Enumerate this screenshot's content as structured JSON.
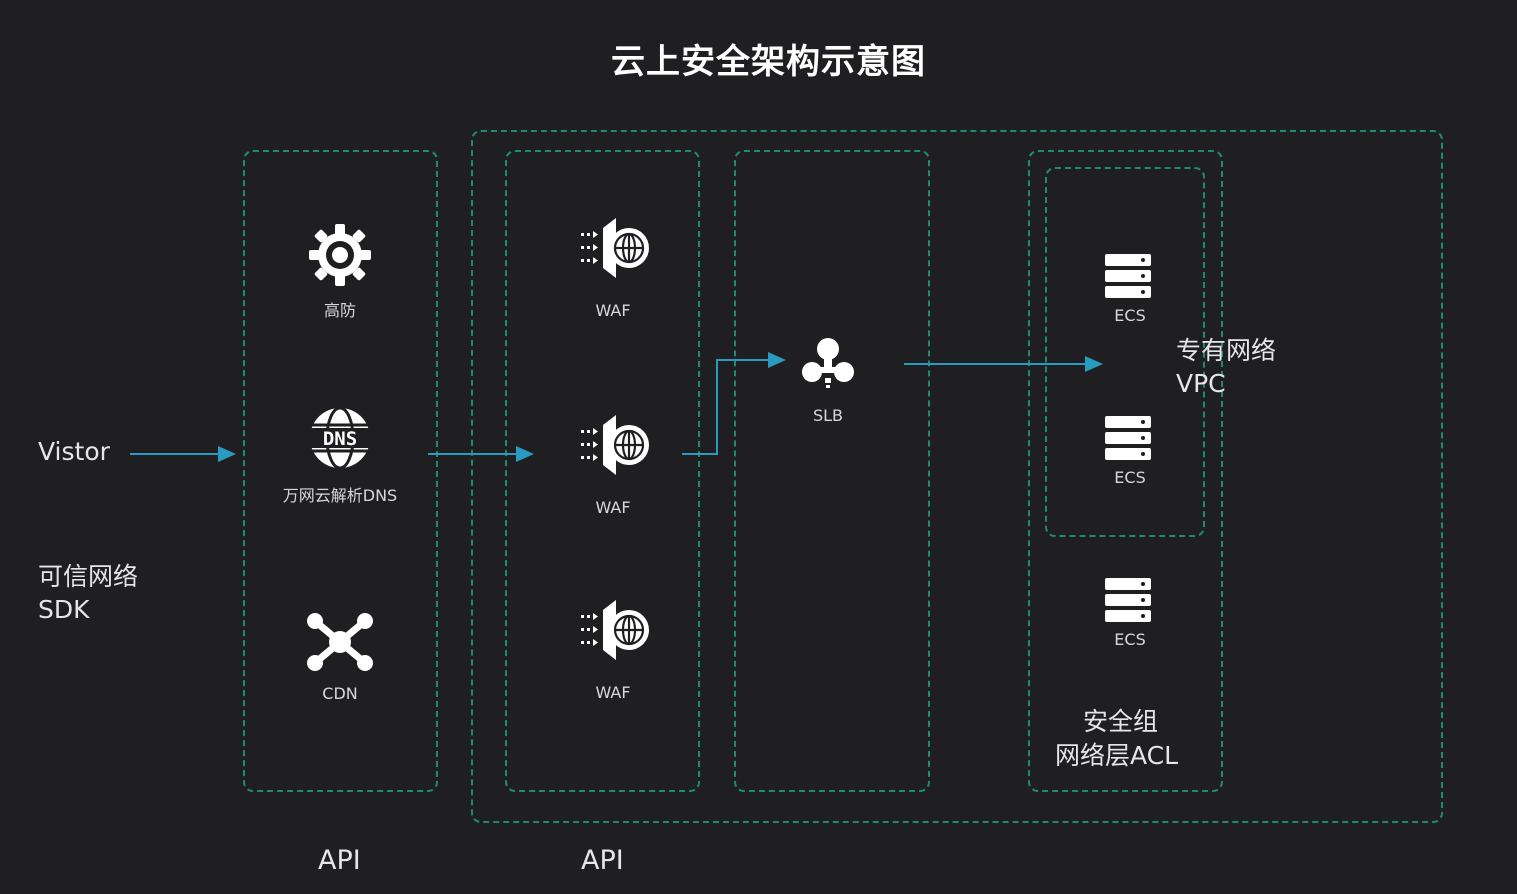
{
  "title": "云上安全架构示意图",
  "colors": {
    "background": "#1f1f21",
    "border": "#1e8a72",
    "arrow": "#2a9bc0",
    "icon": "#ffffff"
  },
  "left_labels": {
    "visitor": "Vistor",
    "trusted_network_line1": "可信网络",
    "trusted_network_line2": "SDK"
  },
  "column1": {
    "items": [
      {
        "label": "高防",
        "icon": "gear-shield-icon"
      },
      {
        "label": "万网云解析DNS",
        "icon": "dns-globe-icon"
      },
      {
        "label": "CDN",
        "icon": "cdn-network-icon"
      }
    ],
    "footer": "API"
  },
  "column2": {
    "items": [
      {
        "label": "WAF",
        "icon": "waf-icon"
      },
      {
        "label": "WAF",
        "icon": "waf-icon"
      },
      {
        "label": "WAF",
        "icon": "waf-icon"
      }
    ],
    "footer": "API"
  },
  "column3": {
    "items": [
      {
        "label": "SLB",
        "icon": "slb-icon"
      }
    ]
  },
  "column4": {
    "items": [
      {
        "label": "ECS",
        "icon": "server-icon"
      },
      {
        "label": "ECS",
        "icon": "server-icon"
      },
      {
        "label": "ECS",
        "icon": "server-icon"
      }
    ],
    "vpc_line1": "专有网络",
    "vpc_line2": "VPC",
    "acl_line1": "安全组",
    "acl_line2": "网络层ACL"
  }
}
